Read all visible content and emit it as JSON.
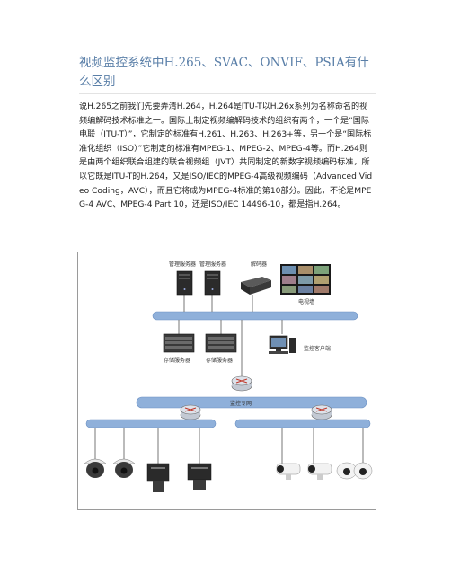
{
  "article": {
    "title": "视频监控系统中H.265、SVAC、ONVIF、PSIA有什么区别",
    "paragraph": "说H.265之前我们先要弄清H.264，H.264是ITU-T以H.26x系列为名称命名的视频编解码技术标准之一。国际上制定视频编解码技术的组织有两个，一个是“国际电联（ITU-T）”，它制定的标准有H.261、H.263、H.263+等，另一个是“国际标准化组织（ISO）”它制定的标准有MPEG-1、MPEG-2、MPEG-4等。而H.264则是由两个组织联合组建的联合视频组（JVT）共同制定的新数字视频编码标准，所以它既是ITU-T的H.264，又是ISO/IEC的MPEG-4高级视频编码（Advanced Video Coding，AVC），而且它将成为MPEG-4标准的第10部分。因此，不论是MPEG-4 AVC、MPEG-4 Part 10，还是ISO/IEC 14496-10，都是指H.264。"
  },
  "diagram": {
    "labels": {
      "mgmt_server_1": "管理服务器",
      "mgmt_server_2": "管理服务器",
      "decoder": "解码器",
      "video_wall": "电视墙",
      "storage_1": "存储服务器",
      "storage_2": "存储服务器",
      "client": "监控客户端",
      "private_net": "监控专网"
    },
    "colors": {
      "bus_blue": "#8fb0da",
      "bus_edge": "#6a8fc2",
      "frame_border": "#9a9a9a"
    }
  }
}
